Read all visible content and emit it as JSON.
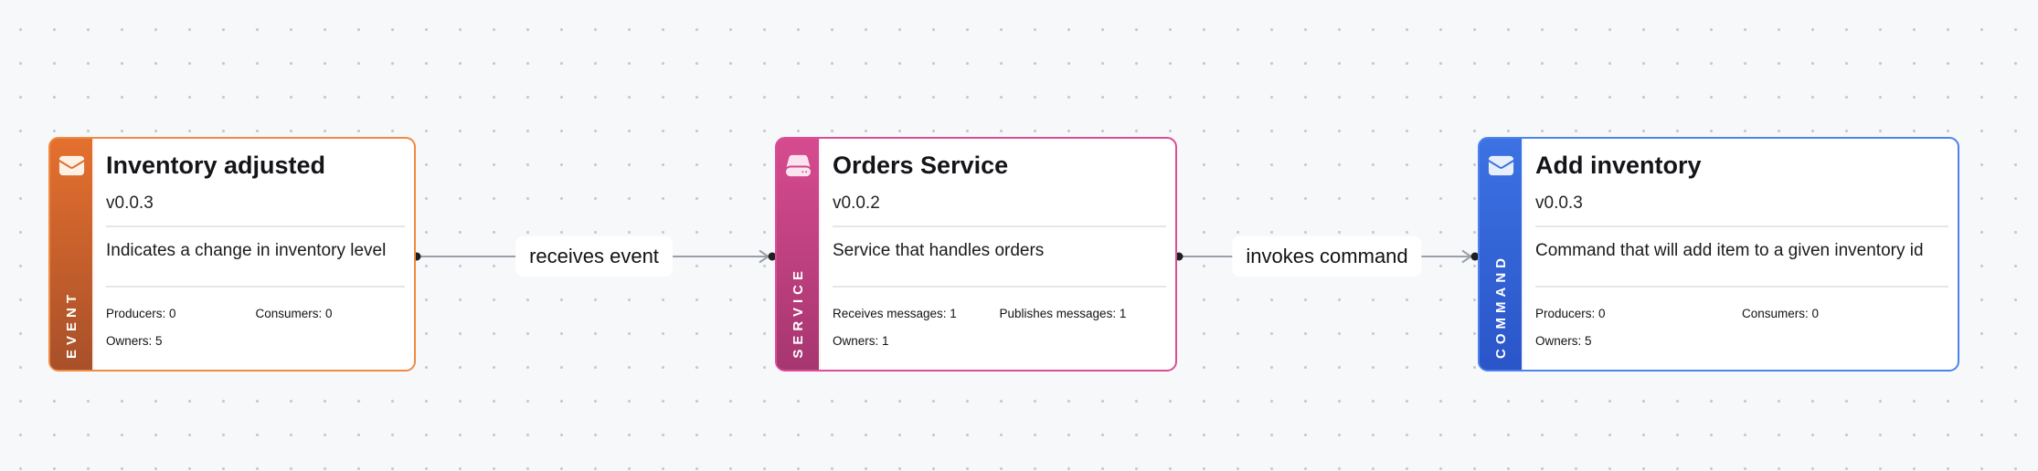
{
  "canvas": {
    "background_color": "#f7f8fa",
    "dot_color": "#c9cace"
  },
  "edges": [
    {
      "label": "receives event",
      "line_color": "#9aa0a8",
      "endpoint_color": "#1f1f23"
    },
    {
      "label": "invokes command",
      "line_color": "#9aa0a8",
      "endpoint_color": "#1f1f23"
    }
  ],
  "nodes": [
    {
      "type_label": "EVENT",
      "icon": "envelope-icon",
      "title": "Inventory adjusted",
      "version": "v0.0.3",
      "description": "Indicates a change in inventory level",
      "stats": [
        "Producers: 0",
        "Consumers: 0",
        "Owners: 5"
      ],
      "colors": {
        "border": "#ee8a42",
        "gradient_top": "#e4702e",
        "gradient_bottom": "#a8502a",
        "icon_tint": "#fdf1e5"
      }
    },
    {
      "type_label": "SERVICE",
      "icon": "server-icon",
      "title": "Orders Service",
      "version": "v0.0.2",
      "description": "Service that handles orders",
      "stats": [
        "Receives messages: 1",
        "Publishes messages: 1",
        "Owners: 1"
      ],
      "colors": {
        "border": "#db4d95",
        "gradient_top": "#d64b8f",
        "gradient_bottom": "#a63670",
        "icon_tint": "#fbe4ef"
      }
    },
    {
      "type_label": "COMMAND",
      "icon": "envelope-icon",
      "title": "Add inventory",
      "version": "v0.0.3",
      "description": "Command that will add item to a given inventory id",
      "stats": [
        "Producers: 0",
        "Consumers: 0",
        "Owners: 5"
      ],
      "colors": {
        "border": "#4c83ec",
        "gradient_top": "#3c72e3",
        "gradient_bottom": "#2a55c8",
        "icon_tint": "#e8effc"
      }
    }
  ]
}
